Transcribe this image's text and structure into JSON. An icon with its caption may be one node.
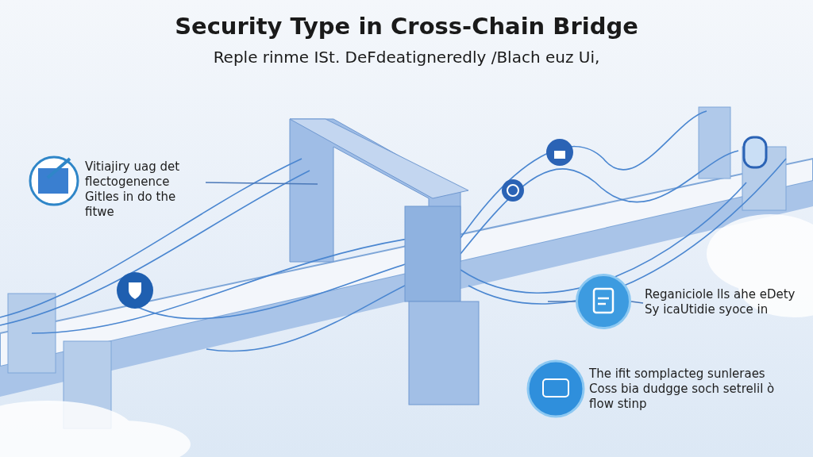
{
  "diagram": {
    "title": "Security Type in Cross-Chain Bridge",
    "nodes": [
      {
        "text": [
          "Vitiajiry uag det flectogenence Gitles in do the fitwe"
        ]
      },
      {
        "text": [
          "Reganiciole lls ahe eDety Sy icaUtidie syoce in"
        ]
      },
      {
        "text": [],
        "shape": "circle"
      },
      {
        "text": [
          "The ifit somplacteg sunleraes Coss bia dudgge soch setrelil ò flow stinp"
        ]
      }
    ],
    "edges": [
      {
        "from": 0,
        "to": null,
        "arrow": "none"
      },
      {
        "from": 2,
        "to": 1,
        "arrow": "none"
      },
      {
        "from": 2,
        "to": null,
        "arrow": "none"
      }
    ],
    "labels": [
      "Reple rinme ISt. DeFdeatigneredly /Blach euz Ui,"
    ]
  }
}
